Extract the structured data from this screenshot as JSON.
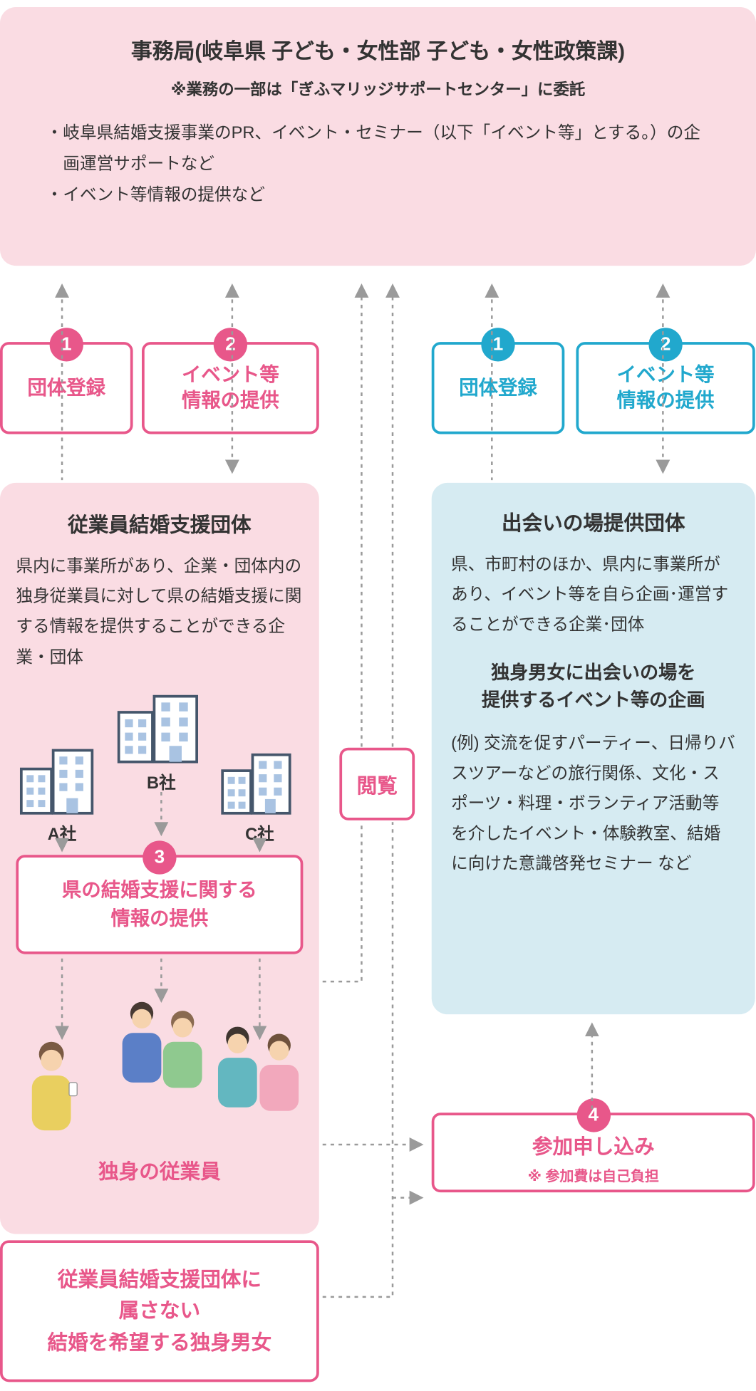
{
  "colors": {
    "pink_bg": "#fadce3",
    "blue_bg": "#d6ebf2",
    "pink_accent": "#e8578a",
    "blue_accent": "#21a8cd",
    "text_dark": "#333333",
    "line_gray": "#9a9a9a",
    "building_outline": "#45566b",
    "window_blue": "#a9c3e2"
  },
  "secretariat": {
    "title": "事務局(岐阜県 子ども・女性部 子ども・女性政策課)",
    "note": "※業務の一部は「ぎふマリッジサポートセンター」に委託",
    "bullets": [
      "・岐阜県結婚支援事業のPR、イベント・セミナー（以下「イベント等」とする。）の企画運営サポートなど",
      "・イベント等情報の提供など"
    ]
  },
  "employer_side": {
    "step1": {
      "number": "1",
      "label": "団体登録"
    },
    "step2": {
      "number": "2",
      "line1": "イベント等",
      "line2": "情報の提供"
    },
    "org_box": {
      "title": "従業員結婚支援団体",
      "description": "県内に事業所があり、企業・団体内の独身従業員に対して県の結婚支援に関する情報を提供することができる企業・団体",
      "companies": [
        "A社",
        "B社",
        "C社"
      ],
      "info_step": {
        "number": "3",
        "line1": "県の結婚支援に関する",
        "line2": "情報の提供"
      },
      "footer": "独身の従業員"
    }
  },
  "provider_side": {
    "step1": {
      "number": "1",
      "label": "団体登録"
    },
    "step2": {
      "number": "2",
      "line1": "イベント等",
      "line2": "情報の提供"
    },
    "org_box": {
      "title": "出会いの場提供団体",
      "description": "県、市町村のほか、県内に事業所があり、イベント等を自ら企画･運営することができる企業･団体",
      "highlight_line1": "独身男女に出会いの場を",
      "highlight_line2": "提供するイベント等の企画",
      "examples": "(例) 交流を促すパーティー、日帰りバスツアーなどの旅行関係、文化・スポーツ・料理・ボランティア活動等を介したイベント・体験教室、結婚に向けた意識啓発セミナー など"
    }
  },
  "browse_button": {
    "label": "閲覧"
  },
  "apply_box": {
    "number": "4",
    "label": "参加申し込み",
    "note": "※ 参加費は自己負担"
  },
  "non_member_box": {
    "lines": [
      "従業員結婚支援団体に",
      "属さない",
      "結婚を希望する独身男女"
    ]
  }
}
